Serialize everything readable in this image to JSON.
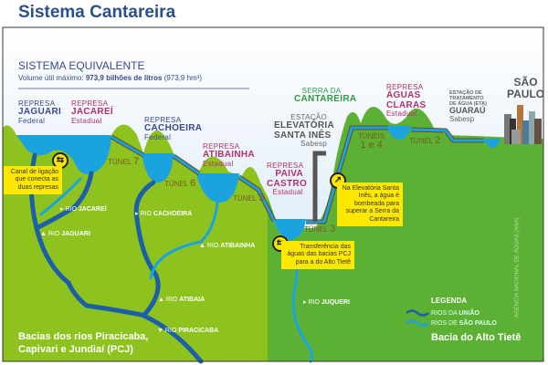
{
  "title": "Sistema Cantareira",
  "equivalente": {
    "heading": "SISTEMA EQUIVALENTE",
    "volume_prefix": "Volume útil máximo:",
    "volume_value": "973,9 bilhões de litros",
    "volume_suffix": "(973,9 hm³)"
  },
  "represas": [
    {
      "kind": "REPRESA",
      "name": "JAGUARI",
      "owner": "Federal"
    },
    {
      "kind": "REPRESA",
      "name": "JACAREÍ",
      "owner": "Estadual"
    },
    {
      "kind": "REPRESA",
      "name": "CACHOEIRA",
      "owner": "Federal"
    },
    {
      "kind": "REPRESA",
      "name": "ATIBAINHA",
      "owner": "Estadual"
    },
    {
      "kind": "REPRESA",
      "name": "PAIVA CASTRO",
      "owner": "Estadual"
    },
    {
      "kind": "REPRESA",
      "name": "ÁGUAS CLARAS",
      "owner": "Estadual"
    }
  ],
  "estacao": {
    "line1": "ESTAÇÃO",
    "line2": "ELEVATÓRIA",
    "line3": "SANTA INÊS",
    "owner": "Sabesp"
  },
  "serra": {
    "line1": "SERRA DA",
    "line2": "CANTAREIRA"
  },
  "eta": {
    "line1": "ESTAÇÃO DE",
    "line2": "TRATAMENTO",
    "line3": "DE ÁGUA (ETA)",
    "name": "GUARAÚ",
    "owner": "Sabesp"
  },
  "city": {
    "line1": "SÃO",
    "line2": "PAULO"
  },
  "tunnels": {
    "t7": {
      "label": "TÚNEL",
      "num": "7"
    },
    "t6": {
      "label": "TÚNEL",
      "num": "6"
    },
    "t5": {
      "label": "TÚNEL",
      "num": "5"
    },
    "t3": {
      "label": "TÚNEL",
      "num": "3"
    },
    "t14": {
      "label": "TÚNEIS",
      "num": "1 e 4"
    },
    "t2": {
      "label": "TÚNEL",
      "num": "2"
    }
  },
  "notes": {
    "canal": "Canal de ligação que conecta as duas represas",
    "elevatoria": "Na Elevatória Santa Inês, a água é bombeada para superar a Serra da Cantareira",
    "transferencia": "Transferência das águas das bacias PCJ para a do Alto Tietê"
  },
  "rivers": [
    {
      "prefix": "RIO",
      "name": "JACAREÍ"
    },
    {
      "prefix": "RIO",
      "name": "CACHOEIRA"
    },
    {
      "prefix": "RIO",
      "name": "JAGUARI"
    },
    {
      "prefix": "RIO",
      "name": "ATIBAINHA"
    },
    {
      "prefix": "RIO",
      "name": "ATIBAIA"
    },
    {
      "prefix": "RIO",
      "name": "PIRACICABA"
    },
    {
      "prefix": "RIO",
      "name": "JUQUERI"
    }
  ],
  "legend": {
    "title": "LEGENDA",
    "uniao_prefix": "RIOS DA",
    "uniao_name": "UNIÃO",
    "sp_prefix": "RIOS DE",
    "sp_name": "SÃO PAULO"
  },
  "basins": {
    "pcj_line1": "Bacias dos rios Piracicaba,",
    "pcj_line2": "Capivari e Jundiaí (PCJ)",
    "tiete": "Bacia do Alto Tietê"
  },
  "credit": "AGÊNCIA NACIONAL DE ÁGUAS (ANA)",
  "colors": {
    "title": "#2b4f8f",
    "federal": "#3b4a8e",
    "estadual": "#b3316f",
    "water": "#1ba3e0",
    "river_uniao": "#1b5fa8",
    "green_pcj": "#8dc21f",
    "green_tiete": "#5cb135",
    "note": "#ffe800"
  }
}
